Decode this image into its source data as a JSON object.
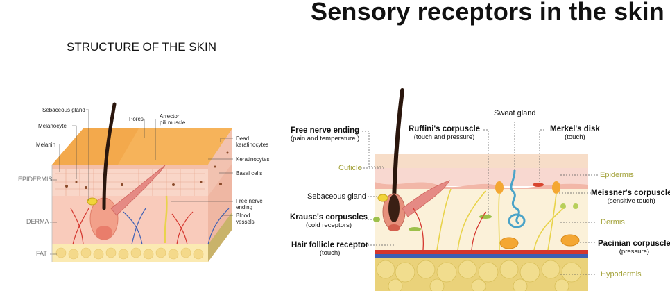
{
  "title": "Sensory receptors in the skin",
  "left_diagram": {
    "title": "STRUCTURE OF THE SKIN",
    "labels": {
      "sebaceous_gland": "Sebaceous gland",
      "melanocyte": "Melanocyte",
      "melanin": "Melanin",
      "pores": "Pores",
      "arrector_1": "Arrector",
      "arrector_2": "pili muscle",
      "dead_1": "Dead",
      "dead_2": "keratinocytes",
      "keratinocytes": "Keratinocytes",
      "basal_cells": "Basal cells",
      "nerve_1": "Free nerve",
      "nerve_2": "ending",
      "blood_1": "Blood",
      "blood_2": "vessels"
    },
    "layers": {
      "epidermis": "EPIDERMIS",
      "derma": "DERMA",
      "fat": "FAT"
    }
  },
  "right_diagram": {
    "receptors": {
      "free_nerve": {
        "name": "Free nerve ending",
        "desc": "(pain and temperature )"
      },
      "ruffini": {
        "name": "Ruffini's corpuscle",
        "desc": "(touch and pressure)"
      },
      "sweat_gland": "Sweat gland",
      "merkel": {
        "name": "Merkel's disk",
        "desc": "(touch)"
      },
      "cuticle": "Cuticle",
      "sebaceous": "Sebaceous gland",
      "krause": {
        "name": "Krause's  corpuscles",
        "desc": "(cold receptors)"
      },
      "hair_follicle": {
        "name": "Hair follicle receptor",
        "desc": "(touch)"
      },
      "meissner": {
        "name": "Meissner's corpuscle",
        "desc": "(sensitive touch)"
      },
      "pacinian": {
        "name": "Pacinian corpuscle",
        "desc": "(pressure)"
      }
    },
    "layers": {
      "epidermis": "Epidermis",
      "dermis": "Dermis",
      "hypodermis": "Hypodermis"
    }
  },
  "colors": {
    "epidermis_top": "#f3a94c",
    "derma": "#f7c9b8",
    "fat": "#fbe9a6",
    "nerve": "#e8d34b",
    "artery": "#d4362e",
    "vein": "#3c5fb5"
  }
}
